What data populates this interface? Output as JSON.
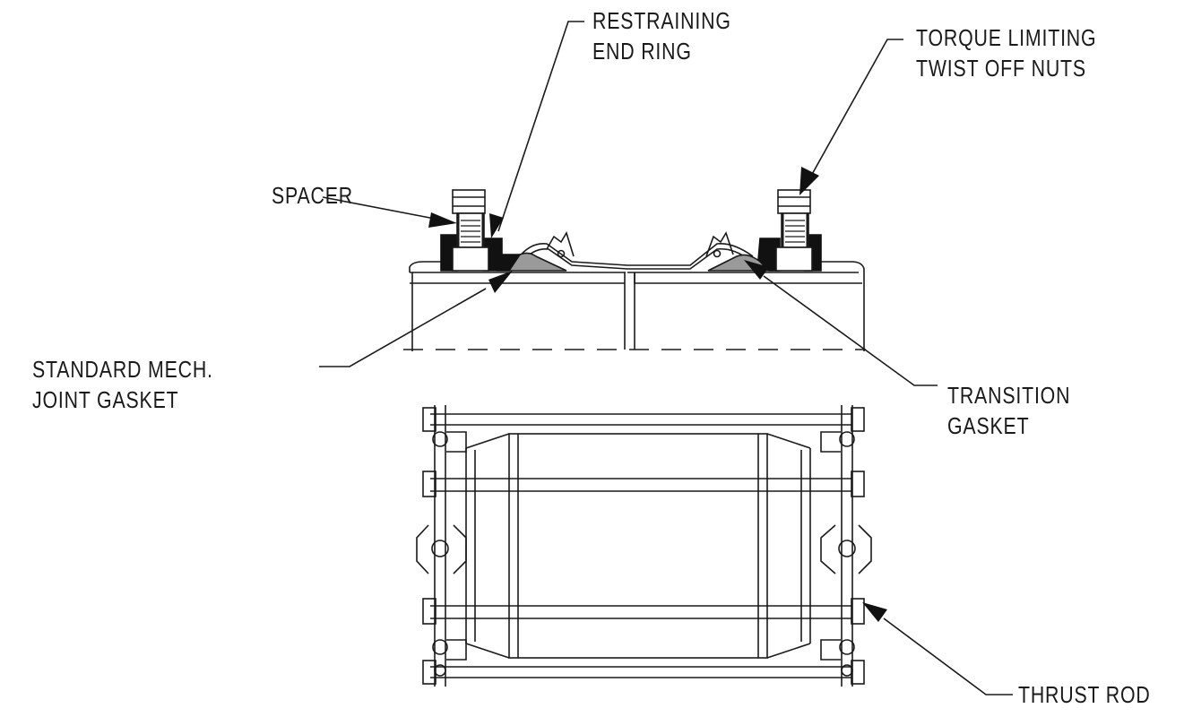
{
  "labels": {
    "restraining_end_ring": [
      "RESTRAINING",
      "END RING"
    ],
    "torque_limiting_nuts": [
      "TORQUE LIMITING",
      "TWIST OFF NUTS"
    ],
    "spacer": "SPACER",
    "standard_gasket": [
      "STANDARD MECH.",
      "JOINT GASKET"
    ],
    "transition_gasket": [
      "TRANSITION",
      "GASKET"
    ],
    "thrust_rod": "THRUST ROD"
  },
  "colors": {
    "line": "#1a1a1a",
    "gasket_fill": "#9a9a9a",
    "ring_fill": "#111111"
  }
}
